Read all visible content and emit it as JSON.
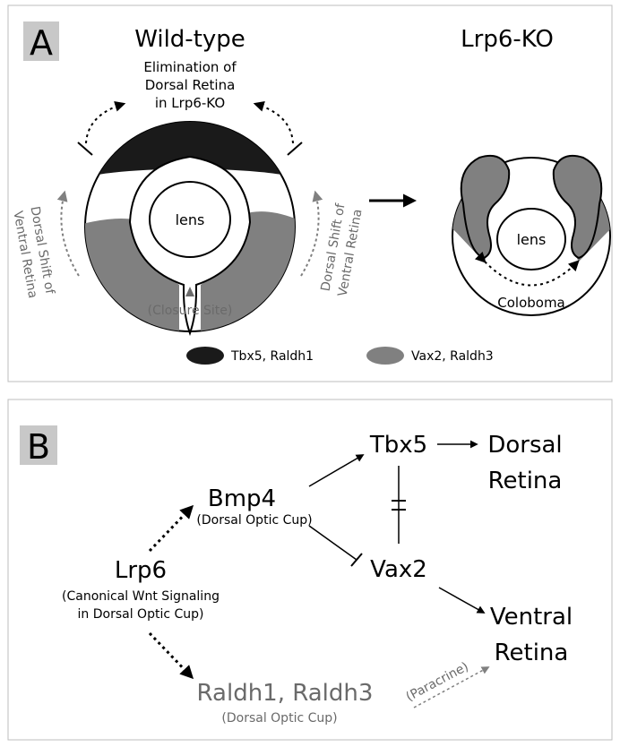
{
  "panelA": {
    "letter": "A",
    "wildtype_title": "Wild-type",
    "ko_title": "Lrp6-KO",
    "elimination_line1": "Elimination of",
    "elimination_line2": "Dorsal Retina",
    "elimination_line3": "in Lrp6-KO",
    "left_shift_line1": "Dorsal Shift of",
    "left_shift_line2": "Ventral Retina",
    "right_shift_line1": "Dorsal Shift of",
    "right_shift_line2": "Ventral Retina",
    "lens_wt": "lens",
    "lens_ko": "lens",
    "closure_site": "(Closure Site)",
    "coloboma": "Coloboma",
    "legend": [
      {
        "label": "Tbx5, Raldh1",
        "color": "#1a1a1a"
      },
      {
        "label": "Vax2, Raldh3",
        "color": "#808080"
      }
    ]
  },
  "panelB": {
    "letter": "B",
    "lrp6": "Lrp6",
    "lrp6_sub1": "(Canonical Wnt Signaling",
    "lrp6_sub2": "in Dorsal Optic Cup)",
    "bmp4": "Bmp4",
    "bmp4_sub": "(Dorsal Optic Cup)",
    "tbx5": "Tbx5",
    "vax2": "Vax2",
    "dorsal_line1": "Dorsal",
    "dorsal_line2": "Retina",
    "ventral_line1": "Ventral",
    "ventral_line2": "Retina",
    "raldh": "Raldh1, Raldh3",
    "raldh_sub": "(Dorsal Optic Cup)",
    "paracrine": "(Paracrine)"
  },
  "colors": {
    "dark_region": "#1a1a1a",
    "gray_region": "#808080",
    "gray_text": "#6a6a6a",
    "letter_box": "#c8c8c8"
  }
}
